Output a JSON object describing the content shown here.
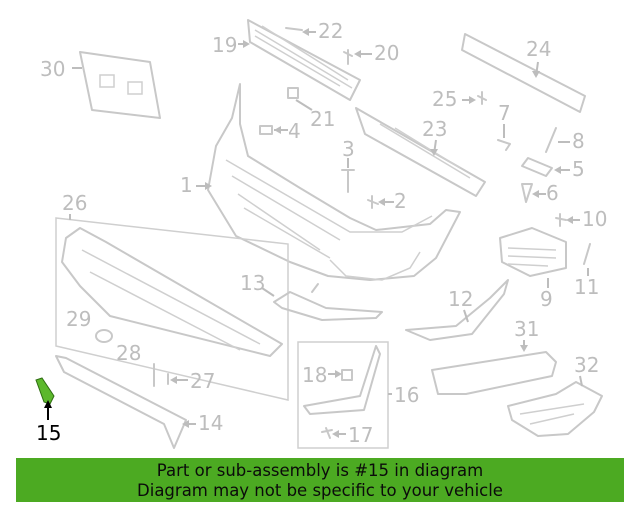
{
  "labels": {
    "p1": "1",
    "p2": "2",
    "p3": "3",
    "p4": "4",
    "p5": "5",
    "p6": "6",
    "p7": "7",
    "p8": "8",
    "p9": "9",
    "p10": "10",
    "p11": "11",
    "p12": "12",
    "p13": "13",
    "p14": "14",
    "p15": "15",
    "p16": "16",
    "p17": "17",
    "p18": "18",
    "p19": "19",
    "p20": "20",
    "p21": "21",
    "p22": "22",
    "p23": "23",
    "p24": "24",
    "p25": "25",
    "p26": "26",
    "p27": "27",
    "p28": "28",
    "p29": "29",
    "p30": "30",
    "p31": "31",
    "p32": "32"
  },
  "highlight": {
    "part": "15",
    "part_color": "#5cb82c"
  },
  "banner": {
    "line1": "Part or sub-assembly is #15 in diagram",
    "line2": "Diagram may not be specific to your vehicle",
    "color": "#4caa22"
  }
}
